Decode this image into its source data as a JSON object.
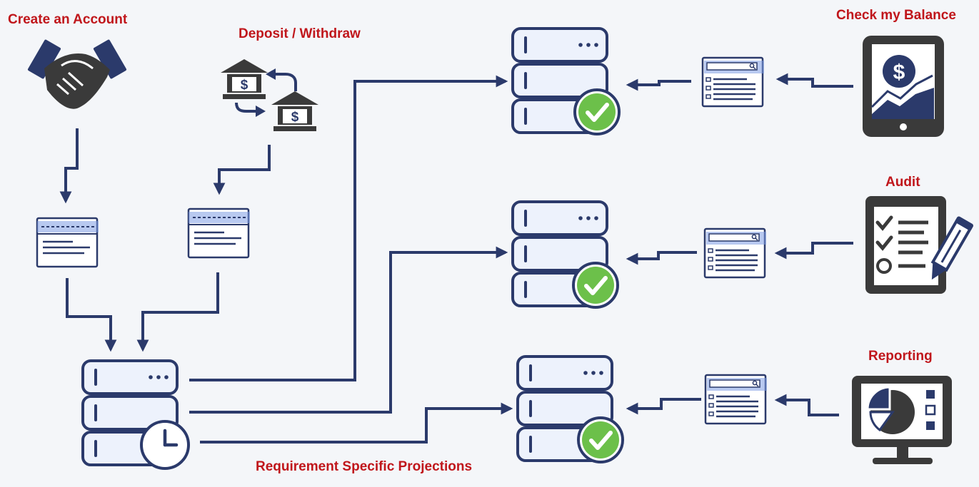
{
  "labels": {
    "create_account": "Create an Account",
    "deposit_withdraw": "Deposit / Withdraw",
    "check_balance": "Check my Balance",
    "audit": "Audit",
    "reporting": "Reporting",
    "projections": "Requirement Specific Projections"
  },
  "icons": {
    "create_account": "handshake-icon",
    "deposit_withdraw": "bank-transfer-icon",
    "check_balance": "tablet-dollar-chart-icon",
    "audit": "clipboard-checklist-pencil-icon",
    "reporting": "monitor-pie-chart-icon",
    "event_store": "server-clock-icon",
    "projection_store": "server-check-icon",
    "form": "form-window-icon"
  },
  "colors": {
    "stroke": "#2b3a6b",
    "label": "#c0161b",
    "check": "#6cc04a",
    "highlight": "#6f8fdc",
    "panel": "#edf2fc"
  }
}
